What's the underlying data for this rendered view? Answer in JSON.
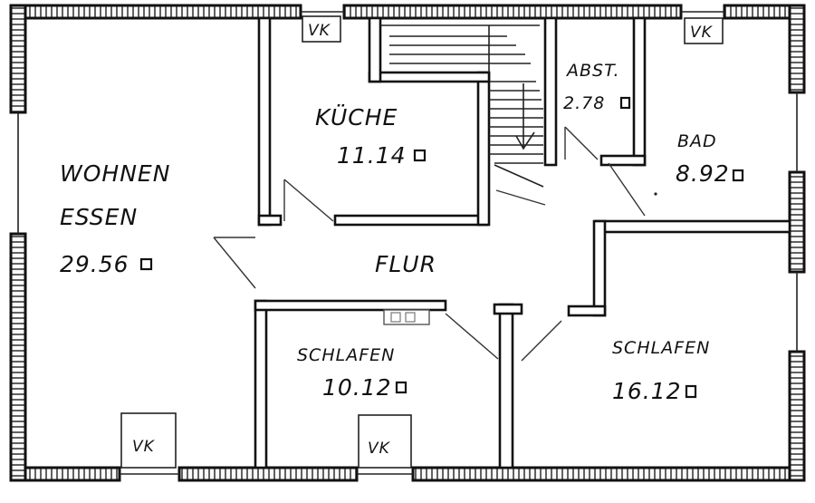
{
  "plan": {
    "rooms": [
      {
        "key": "wohnen",
        "name_line1": "WOHNEN",
        "name_line2": "ESSEN",
        "area": "29.56"
      },
      {
        "key": "kueche",
        "name": "KÜCHE",
        "area": "11.14"
      },
      {
        "key": "abst",
        "name": "ABST.",
        "area": "2.78"
      },
      {
        "key": "bad",
        "name": "BAD",
        "area": "8.92"
      },
      {
        "key": "flur",
        "name": "FLUR"
      },
      {
        "key": "schlafen_small",
        "name": "SCHLAFEN",
        "area": "10.12"
      },
      {
        "key": "schlafen_large",
        "name": "SCHLAFEN",
        "area": "16.12"
      }
    ],
    "vk_label": "VK"
  }
}
